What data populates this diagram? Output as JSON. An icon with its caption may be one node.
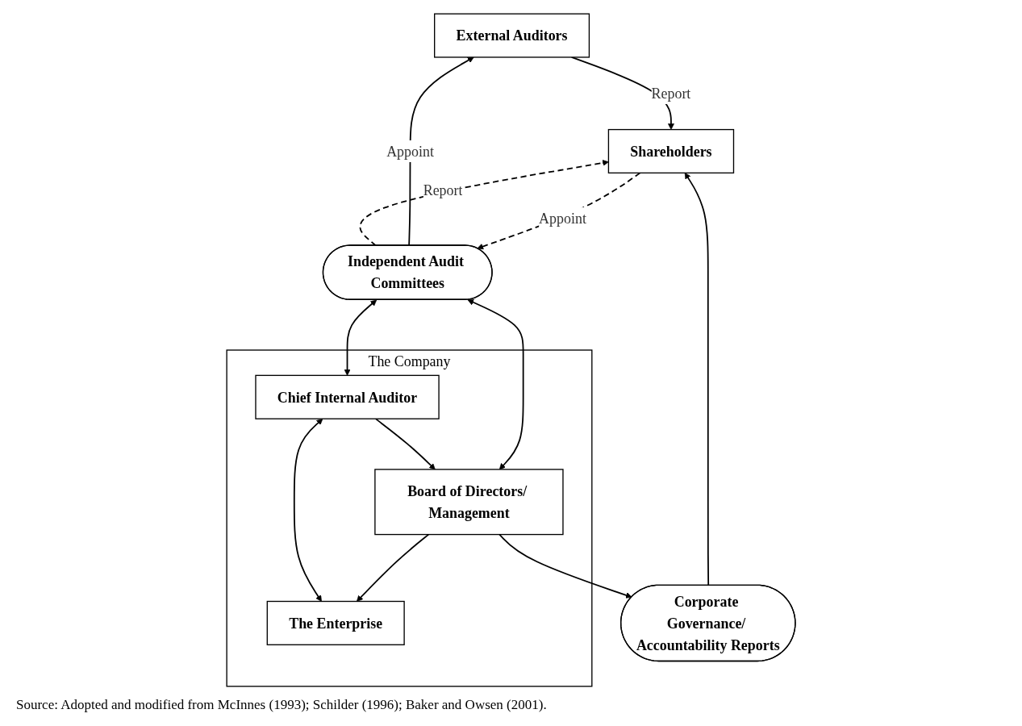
{
  "diagram": {
    "caption": "Source: Adopted and modified from McInnes (1993); Schilder (1996); Baker and Owsen (2001).",
    "nodes": [
      {
        "text": [
          "External Auditors"
        ]
      },
      {
        "text": [
          "Independent Audit Committees"
        ]
      },
      {
        "text": [
          "Corporate Governance/ Accountability Reports"
        ]
      },
      {
        "text": [
          "The Company"
        ]
      },
      {
        "text": [
          "Board of Directors/ Management"
        ],
        "in": 3
      },
      {
        "text": [
          "Chief Internal Auditor"
        ],
        "in": 3
      },
      {
        "text": [
          "The Enterprise"
        ],
        "in": 3
      },
      {
        "text": [
          "Shareholders"
        ]
      }
    ],
    "edges": [
      {
        "from": 1,
        "to": 0,
        "arrow": "to",
        "label": "Appoint"
      },
      {
        "from": 7,
        "to": 1,
        "arrow": "to",
        "label": "Appoint",
        "style": "dashed"
      },
      {
        "from": 1,
        "to": 7,
        "arrow": "to",
        "label": "Report",
        "style": "dashed"
      },
      {
        "from": 0,
        "to": 7,
        "arrow": "to",
        "label": "Report"
      },
      {
        "from": 2,
        "to": 7,
        "arrow": "to"
      },
      {
        "from": 1,
        "to": 4,
        "arrow": "both"
      },
      {
        "from": 1,
        "to": 5,
        "arrow": "both"
      },
      {
        "from": 4,
        "to": 2,
        "arrow": "to"
      },
      {
        "from": 5,
        "to": 4,
        "arrow": "to"
      },
      {
        "from": 4,
        "to": 6,
        "arrow": "to"
      },
      {
        "from": 5,
        "to": 6,
        "arrow": "both"
      }
    ]
  }
}
